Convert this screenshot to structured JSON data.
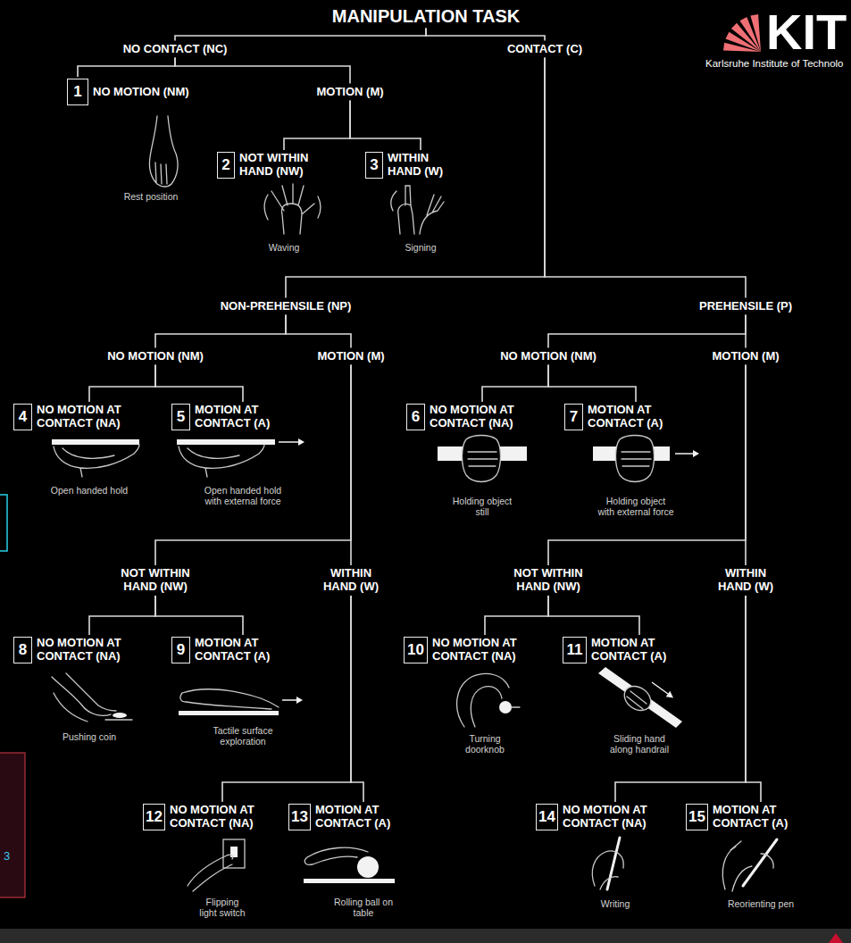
{
  "diagram": {
    "nodes": [
      {
        "text": [
          "MANIPULATION TASK"
        ]
      },
      {
        "text": [
          "NO CONTACT (NC)"
        ]
      },
      {
        "text": [
          "CONTACT (C)"
        ]
      },
      {
        "text": [
          "1",
          "NO MOTION (NM)",
          "Rest position"
        ]
      },
      {
        "text": [
          "MOTION (M)"
        ]
      },
      {
        "text": [
          "2",
          "NOT WITHIN HAND (NW)",
          "Waving"
        ]
      },
      {
        "text": [
          "3",
          "WITHIN HAND (W)",
          "Signing"
        ]
      },
      {
        "text": [
          "NON-PREHENSILE (NP)"
        ]
      },
      {
        "text": [
          "PREHENSILE (P)"
        ]
      },
      {
        "text": [
          "NO MOTION (NM)"
        ]
      },
      {
        "text": [
          "MOTION (M)"
        ]
      },
      {
        "text": [
          "NO MOTION (NM)"
        ]
      },
      {
        "text": [
          "MOTION (M)"
        ]
      },
      {
        "text": [
          "4",
          "NO MOTION AT CONTACT (NA)",
          "Open handed hold"
        ]
      },
      {
        "text": [
          "5",
          "MOTION AT CONTACT (A)",
          "Open handed hold with external force"
        ]
      },
      {
        "text": [
          "6",
          "NO MOTION AT CONTACT (NA)",
          "Holding object still"
        ]
      },
      {
        "text": [
          "7",
          "MOTION AT CONTACT (A)",
          "Holding object with external force"
        ]
      },
      {
        "text": [
          "NOT WITHIN HAND (NW)"
        ]
      },
      {
        "text": [
          "WITHIN HAND (W)"
        ]
      },
      {
        "text": [
          "NOT WITHIN HAND (NW)"
        ]
      },
      {
        "text": [
          "WITHIN HAND (W)"
        ]
      },
      {
        "text": [
          "8",
          "NO MOTION AT CONTACT (NA)",
          "Pushing coin"
        ]
      },
      {
        "text": [
          "9",
          "MOTION AT CONTACT (A)",
          "Tactile surface exploration"
        ]
      },
      {
        "text": [
          "10",
          "NO MOTION AT CONTACT (NA)",
          "Turning doorknob"
        ]
      },
      {
        "text": [
          "11",
          "MOTION AT CONTACT (A)",
          "Sliding hand along handrail"
        ]
      },
      {
        "text": [
          "12",
          "NO MOTION AT CONTACT (NA)",
          "Flipping light switch"
        ]
      },
      {
        "text": [
          "13",
          "MOTION AT CONTACT (A)",
          "Rolling ball on table"
        ]
      },
      {
        "text": [
          "14",
          "NO MOTION AT CONTACT (NA)",
          "Writing"
        ]
      },
      {
        "text": [
          "15",
          "MOTION AT CONTACT (A)",
          "Reorienting pen"
        ]
      }
    ],
    "edges": [
      {
        "from": 0,
        "to": 1,
        "arrow": "none"
      },
      {
        "from": 0,
        "to": 2,
        "arrow": "none"
      },
      {
        "from": 1,
        "to": 3,
        "arrow": "none"
      },
      {
        "from": 1,
        "to": 4,
        "arrow": "none"
      },
      {
        "from": 4,
        "to": 5,
        "arrow": "none"
      },
      {
        "from": 4,
        "to": 6,
        "arrow": "none"
      },
      {
        "from": 2,
        "to": 7,
        "arrow": "none"
      },
      {
        "from": 2,
        "to": 8,
        "arrow": "none"
      },
      {
        "from": 7,
        "to": 9,
        "arrow": "none"
      },
      {
        "from": 7,
        "to": 10,
        "arrow": "none"
      },
      {
        "from": 8,
        "to": 11,
        "arrow": "none"
      },
      {
        "from": 8,
        "to": 12,
        "arrow": "none"
      },
      {
        "from": 9,
        "to": 13,
        "arrow": "none"
      },
      {
        "from": 9,
        "to": 14,
        "arrow": "none"
      },
      {
        "from": 11,
        "to": 15,
        "arrow": "none"
      },
      {
        "from": 11,
        "to": 16,
        "arrow": "none"
      },
      {
        "from": 10,
        "to": 17,
        "arrow": "none"
      },
      {
        "from": 10,
        "to": 18,
        "arrow": "none"
      },
      {
        "from": 12,
        "to": 19,
        "arrow": "none"
      },
      {
        "from": 12,
        "to": 20,
        "arrow": "none"
      },
      {
        "from": 17,
        "to": 21,
        "arrow": "none"
      },
      {
        "from": 17,
        "to": 22,
        "arrow": "none"
      },
      {
        "from": 19,
        "to": 23,
        "arrow": "none"
      },
      {
        "from": 19,
        "to": 24,
        "arrow": "none"
      },
      {
        "from": 18,
        "to": 25,
        "arrow": "none"
      },
      {
        "from": 18,
        "to": 26,
        "arrow": "none"
      },
      {
        "from": 20,
        "to": 27,
        "arrow": "none"
      },
      {
        "from": 20,
        "to": 28,
        "arrow": "none"
      }
    ],
    "labels": [
      "KIT",
      "Karlsruhe Institute of Technolo",
      "3"
    ]
  }
}
